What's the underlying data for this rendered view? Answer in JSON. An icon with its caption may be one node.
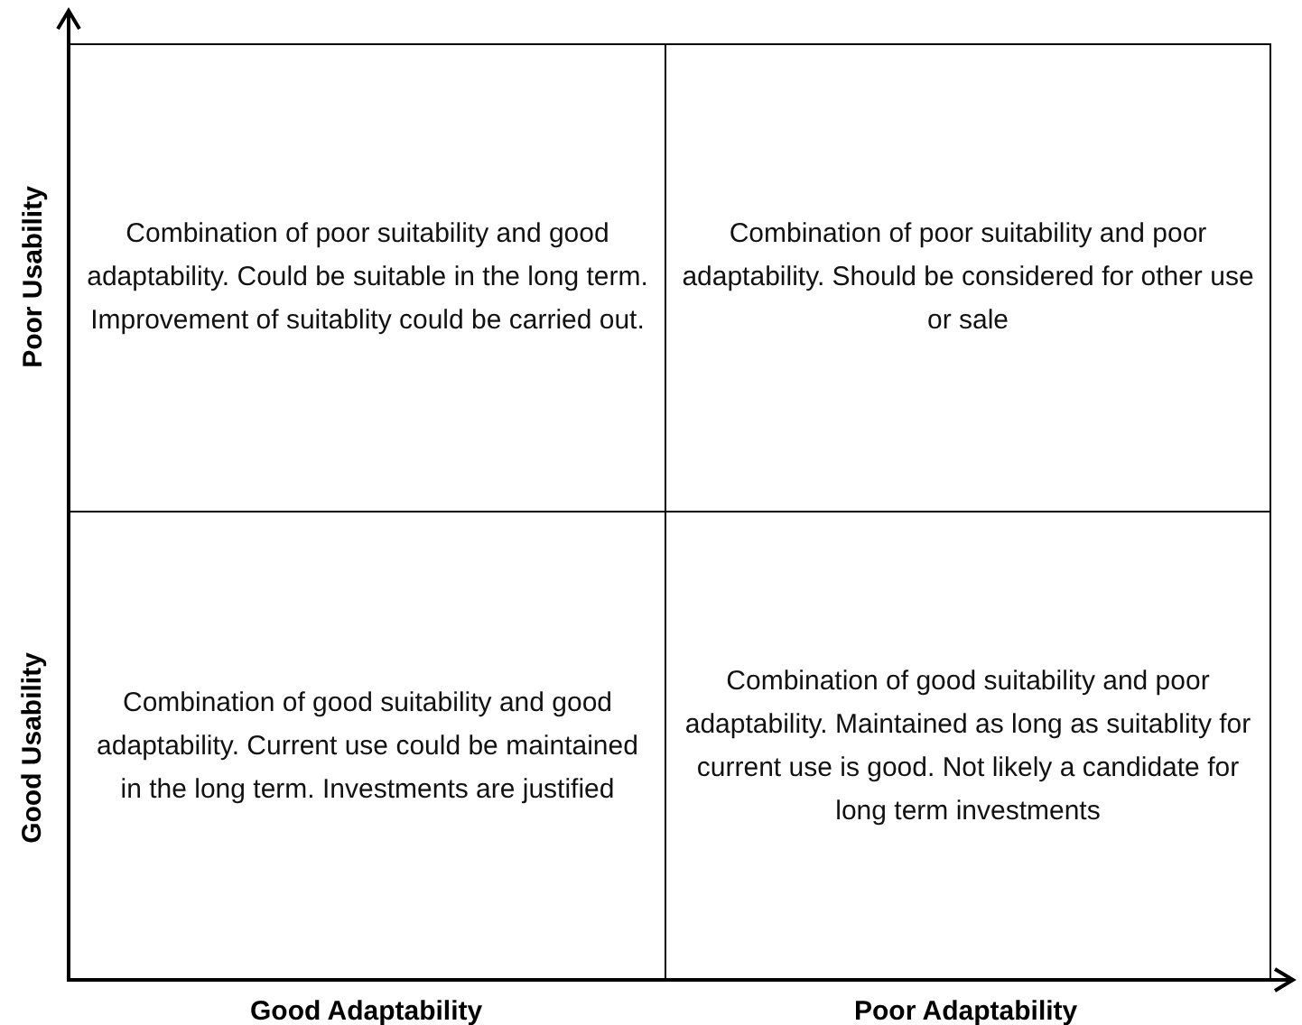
{
  "diagram": {
    "nodes": [
      {
        "text": [
          "Combination of poor suitability and good adaptability. Could be suitable in the long term. Improvement of suitablity could be carried out."
        ]
      },
      {
        "text": [
          "Combination of poor suitability and poor adaptability. Should be considered for other use or sale"
        ]
      },
      {
        "text": [
          "Combination of good suitability and good adaptability. Current use could be maintained in the long term. Investments are justified"
        ]
      },
      {
        "text": [
          "Combination of good suitability and poor adaptability. Maintained as long as suitablity for current use is good. Not likely a candidate for long term investments"
        ]
      }
    ],
    "labels": [
      "Poor Usability",
      "Good Usability",
      "Good Adaptability",
      "Poor Adaptability"
    ]
  }
}
